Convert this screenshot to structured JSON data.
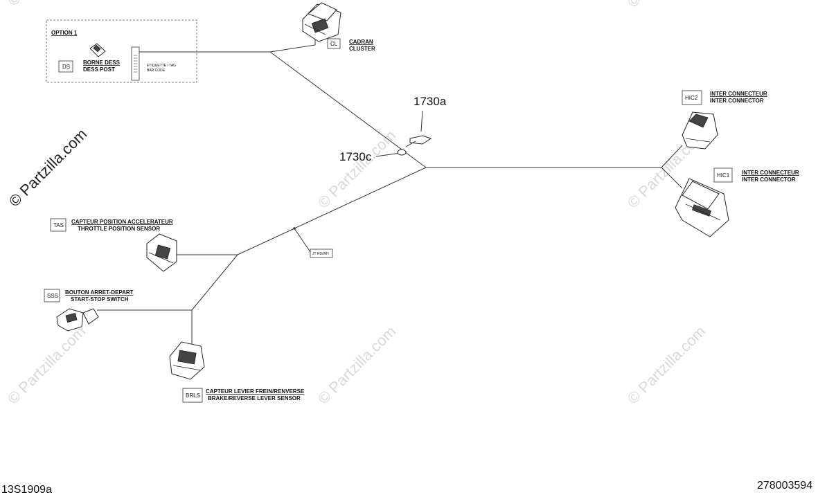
{
  "watermark": {
    "main": "© Partzilla.com",
    "repeat": "© Partzilla.com"
  },
  "option": {
    "title": "OPTION 1",
    "code": "DS",
    "label_fr": "BORNE DESS",
    "label_en": "DESS POST",
    "tag_fr": "ETIQUETTE / TAG",
    "tag_en": "BAR CODE"
  },
  "connectors": {
    "cluster": {
      "code": "CL",
      "label_fr": "CADRAN",
      "label_en": "CLUSTER"
    },
    "hic2": {
      "code": "HIC2",
      "label_fr": "INTER CONNECTEUR",
      "label_en": "INTER CONNECTOR"
    },
    "hic1": {
      "code": "HIC1",
      "label_fr": "INTER CONNECTEUR",
      "label_en": "INTER CONNECTOR"
    },
    "tas": {
      "code": "TAS",
      "label_fr": "CAPTEUR POSITION ACCELERATEUR",
      "label_en": "THROTTLE POSITION SENSOR"
    },
    "sss": {
      "code": "SSS",
      "label_fr": "BOUTON ARRET-DEPART",
      "label_en": "START-STOP SWITCH"
    },
    "brls": {
      "code": "BRLS",
      "label_fr": "CAPTEUR LEVIER FREIN/RENVERSE",
      "label_en": "BRAKE/REVERSE LEVER SENSOR"
    }
  },
  "splice": {
    "label": "JT RD/WH"
  },
  "callouts": {
    "a": "1730a",
    "c": "1730c"
  },
  "footer": {
    "left": "13S1909a",
    "right": "278003594"
  }
}
